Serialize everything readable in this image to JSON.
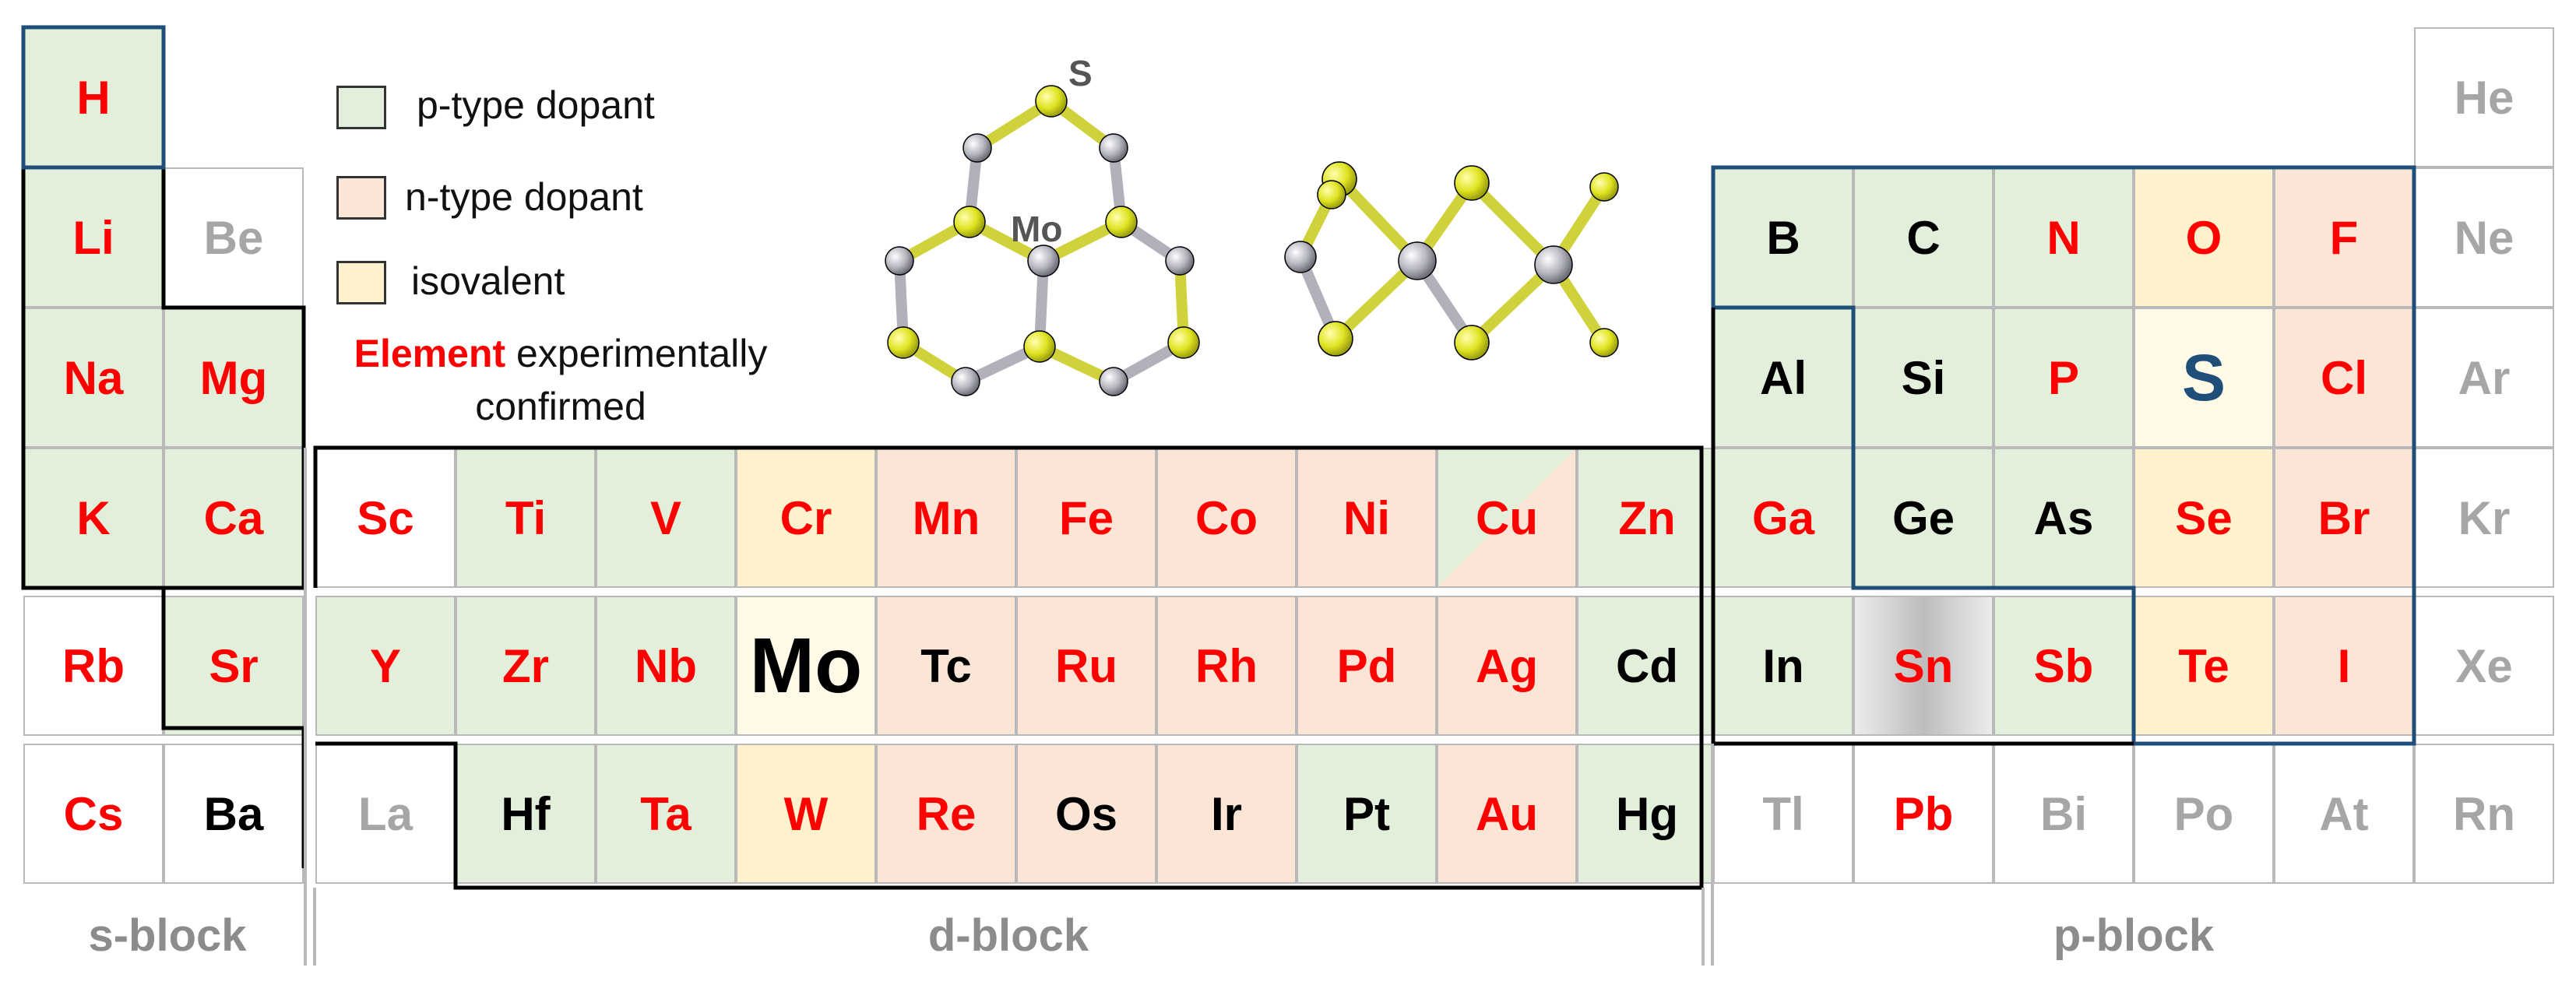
{
  "colors": {
    "p_type": "#e2efda",
    "n_type": "#fbe5d6",
    "isovalent": "#fff2cc",
    "host_light": "#fff9e8",
    "confirmed_text": "#ff0000",
    "unconfirmed_text": "#000000",
    "noble_text": "#a6a6a6",
    "host_s_text": "#1f4e79",
    "border_dark": "#000000",
    "border_blue": "#1f4e79",
    "grid_line": "#b9b9b9",
    "sulfur": "#d8dc1f",
    "molybdenum": "#a9aab4"
  },
  "legend": {
    "p_type_label": "p-type dopant",
    "n_type_label": "n-type dopant",
    "isovalent_label": "isovalent",
    "confirmed_word": "Element",
    "confirmed_rest_1": " experimentally",
    "confirmed_rest_2": "confirmed"
  },
  "structure_labels": {
    "sulfur": "S",
    "molybdenum": "Mo"
  },
  "blocks": {
    "s_block": "s-block",
    "d_block": "d-block",
    "p_block": "p-block"
  },
  "elements": [
    {
      "symbol": "H",
      "block": "s",
      "col": 0,
      "row": 0,
      "type": "p",
      "style": "confirmed"
    },
    {
      "symbol": "Li",
      "block": "s",
      "col": 0,
      "row": 1,
      "type": "p",
      "style": "confirmed"
    },
    {
      "symbol": "Be",
      "block": "s",
      "col": 1,
      "row": 1,
      "type": "none",
      "style": "gray"
    },
    {
      "symbol": "Na",
      "block": "s",
      "col": 0,
      "row": 2,
      "type": "p",
      "style": "confirmed"
    },
    {
      "symbol": "Mg",
      "block": "s",
      "col": 1,
      "row": 2,
      "type": "p",
      "style": "confirmed"
    },
    {
      "symbol": "K",
      "block": "s",
      "col": 0,
      "row": 3,
      "type": "p",
      "style": "confirmed"
    },
    {
      "symbol": "Ca",
      "block": "s",
      "col": 1,
      "row": 3,
      "type": "p",
      "style": "confirmed"
    },
    {
      "symbol": "Rb",
      "block": "s",
      "col": 0,
      "row": 4,
      "type": "none",
      "style": "confirmed"
    },
    {
      "symbol": "Sr",
      "block": "s",
      "col": 1,
      "row": 4,
      "type": "p",
      "style": "confirmed"
    },
    {
      "symbol": "Cs",
      "block": "s",
      "col": 0,
      "row": 5,
      "type": "none",
      "style": "confirmed"
    },
    {
      "symbol": "Ba",
      "block": "s",
      "col": 1,
      "row": 5,
      "type": "none",
      "style": "plain"
    },
    {
      "symbol": "Sc",
      "block": "d",
      "col": 0,
      "row": 3,
      "type": "none",
      "style": "confirmed"
    },
    {
      "symbol": "Ti",
      "block": "d",
      "col": 1,
      "row": 3,
      "type": "p",
      "style": "confirmed"
    },
    {
      "symbol": "V",
      "block": "d",
      "col": 2,
      "row": 3,
      "type": "p",
      "style": "confirmed"
    },
    {
      "symbol": "Cr",
      "block": "d",
      "col": 3,
      "row": 3,
      "type": "iso",
      "style": "confirmed"
    },
    {
      "symbol": "Mn",
      "block": "d",
      "col": 4,
      "row": 3,
      "type": "n",
      "style": "confirmed"
    },
    {
      "symbol": "Fe",
      "block": "d",
      "col": 5,
      "row": 3,
      "type": "n",
      "style": "confirmed"
    },
    {
      "symbol": "Co",
      "block": "d",
      "col": 6,
      "row": 3,
      "type": "n",
      "style": "confirmed"
    },
    {
      "symbol": "Ni",
      "block": "d",
      "col": 7,
      "row": 3,
      "type": "n",
      "style": "confirmed"
    },
    {
      "symbol": "Cu",
      "block": "d",
      "col": 8,
      "row": 3,
      "type": "pn",
      "style": "confirmed"
    },
    {
      "symbol": "Zn",
      "block": "d",
      "col": 9,
      "row": 3,
      "type": "p",
      "style": "confirmed"
    },
    {
      "symbol": "Y",
      "block": "d",
      "col": 0,
      "row": 4,
      "type": "p",
      "style": "confirmed"
    },
    {
      "symbol": "Zr",
      "block": "d",
      "col": 1,
      "row": 4,
      "type": "p",
      "style": "confirmed"
    },
    {
      "symbol": "Nb",
      "block": "d",
      "col": 2,
      "row": 4,
      "type": "p",
      "style": "confirmed"
    },
    {
      "symbol": "Mo",
      "block": "d",
      "col": 3,
      "row": 4,
      "type": "host",
      "style": "host"
    },
    {
      "symbol": "Tc",
      "block": "d",
      "col": 4,
      "row": 4,
      "type": "n",
      "style": "plain"
    },
    {
      "symbol": "Ru",
      "block": "d",
      "col": 5,
      "row": 4,
      "type": "n",
      "style": "confirmed"
    },
    {
      "symbol": "Rh",
      "block": "d",
      "col": 6,
      "row": 4,
      "type": "n",
      "style": "confirmed"
    },
    {
      "symbol": "Pd",
      "block": "d",
      "col": 7,
      "row": 4,
      "type": "n",
      "style": "confirmed"
    },
    {
      "symbol": "Ag",
      "block": "d",
      "col": 8,
      "row": 4,
      "type": "n",
      "style": "confirmed"
    },
    {
      "symbol": "Cd",
      "block": "d",
      "col": 9,
      "row": 4,
      "type": "p",
      "style": "plain"
    },
    {
      "symbol": "La",
      "block": "d",
      "col": 0,
      "row": 5,
      "type": "none",
      "style": "gray"
    },
    {
      "symbol": "Hf",
      "block": "d",
      "col": 1,
      "row": 5,
      "type": "p",
      "style": "plain"
    },
    {
      "symbol": "Ta",
      "block": "d",
      "col": 2,
      "row": 5,
      "type": "p",
      "style": "confirmed"
    },
    {
      "symbol": "W",
      "block": "d",
      "col": 3,
      "row": 5,
      "type": "iso",
      "style": "confirmed"
    },
    {
      "symbol": "Re",
      "block": "d",
      "col": 4,
      "row": 5,
      "type": "n",
      "style": "confirmed"
    },
    {
      "symbol": "Os",
      "block": "d",
      "col": 5,
      "row": 5,
      "type": "n",
      "style": "plain"
    },
    {
      "symbol": "Ir",
      "block": "d",
      "col": 6,
      "row": 5,
      "type": "n",
      "style": "plain"
    },
    {
      "symbol": "Pt",
      "block": "d",
      "col": 7,
      "row": 5,
      "type": "p",
      "style": "plain"
    },
    {
      "symbol": "Au",
      "block": "d",
      "col": 8,
      "row": 5,
      "type": "n",
      "style": "confirmed"
    },
    {
      "symbol": "Hg",
      "block": "d",
      "col": 9,
      "row": 5,
      "type": "p",
      "style": "plain"
    },
    {
      "symbol": "He",
      "block": "p",
      "col": 5,
      "row": 0,
      "type": "none",
      "style": "gray"
    },
    {
      "symbol": "B",
      "block": "p",
      "col": 0,
      "row": 1,
      "type": "p",
      "style": "plain"
    },
    {
      "symbol": "C",
      "block": "p",
      "col": 1,
      "row": 1,
      "type": "p",
      "style": "plain"
    },
    {
      "symbol": "N",
      "block": "p",
      "col": 2,
      "row": 1,
      "type": "p",
      "style": "confirmed"
    },
    {
      "symbol": "O",
      "block": "p",
      "col": 3,
      "row": 1,
      "type": "iso",
      "style": "confirmed"
    },
    {
      "symbol": "F",
      "block": "p",
      "col": 4,
      "row": 1,
      "type": "n",
      "style": "confirmed"
    },
    {
      "symbol": "Ne",
      "block": "p",
      "col": 5,
      "row": 1,
      "type": "none",
      "style": "gray"
    },
    {
      "symbol": "Al",
      "block": "p",
      "col": 0,
      "row": 2,
      "type": "p",
      "style": "plain"
    },
    {
      "symbol": "Si",
      "block": "p",
      "col": 1,
      "row": 2,
      "type": "p",
      "style": "plain"
    },
    {
      "symbol": "P",
      "block": "p",
      "col": 2,
      "row": 2,
      "type": "p",
      "style": "confirmed"
    },
    {
      "symbol": "S",
      "block": "p",
      "col": 3,
      "row": 2,
      "type": "host",
      "style": "host_s"
    },
    {
      "symbol": "Cl",
      "block": "p",
      "col": 4,
      "row": 2,
      "type": "n",
      "style": "confirmed"
    },
    {
      "symbol": "Ar",
      "block": "p",
      "col": 5,
      "row": 2,
      "type": "none",
      "style": "gray"
    },
    {
      "symbol": "Ga",
      "block": "p",
      "col": 0,
      "row": 3,
      "type": "p",
      "style": "confirmed"
    },
    {
      "symbol": "Ge",
      "block": "p",
      "col": 1,
      "row": 3,
      "type": "p",
      "style": "plain"
    },
    {
      "symbol": "As",
      "block": "p",
      "col": 2,
      "row": 3,
      "type": "p",
      "style": "plain"
    },
    {
      "symbol": "Se",
      "block": "p",
      "col": 3,
      "row": 3,
      "type": "iso",
      "style": "confirmed"
    },
    {
      "symbol": "Br",
      "block": "p",
      "col": 4,
      "row": 3,
      "type": "n",
      "style": "confirmed"
    },
    {
      "symbol": "Kr",
      "block": "p",
      "col": 5,
      "row": 3,
      "type": "none",
      "style": "gray"
    },
    {
      "symbol": "In",
      "block": "p",
      "col": 0,
      "row": 4,
      "type": "p",
      "style": "plain"
    },
    {
      "symbol": "Sn",
      "block": "p",
      "col": 1,
      "row": 4,
      "type": "silver",
      "style": "confirmed"
    },
    {
      "symbol": "Sb",
      "block": "p",
      "col": 2,
      "row": 4,
      "type": "p",
      "style": "confirmed"
    },
    {
      "symbol": "Te",
      "block": "p",
      "col": 3,
      "row": 4,
      "type": "iso",
      "style": "confirmed"
    },
    {
      "symbol": "I",
      "block": "p",
      "col": 4,
      "row": 4,
      "type": "n",
      "style": "confirmed"
    },
    {
      "symbol": "Xe",
      "block": "p",
      "col": 5,
      "row": 4,
      "type": "none",
      "style": "gray"
    },
    {
      "symbol": "Tl",
      "block": "p",
      "col": 0,
      "row": 5,
      "type": "none",
      "style": "gray"
    },
    {
      "symbol": "Pb",
      "block": "p",
      "col": 1,
      "row": 5,
      "type": "none",
      "style": "confirmed"
    },
    {
      "symbol": "Bi",
      "block": "p",
      "col": 2,
      "row": 5,
      "type": "none",
      "style": "gray"
    },
    {
      "symbol": "Po",
      "block": "p",
      "col": 3,
      "row": 5,
      "type": "none",
      "style": "gray"
    },
    {
      "symbol": "At",
      "block": "p",
      "col": 4,
      "row": 5,
      "type": "none",
      "style": "gray"
    },
    {
      "symbol": "Rn",
      "block": "p",
      "col": 5,
      "row": 5,
      "type": "none",
      "style": "gray"
    }
  ]
}
